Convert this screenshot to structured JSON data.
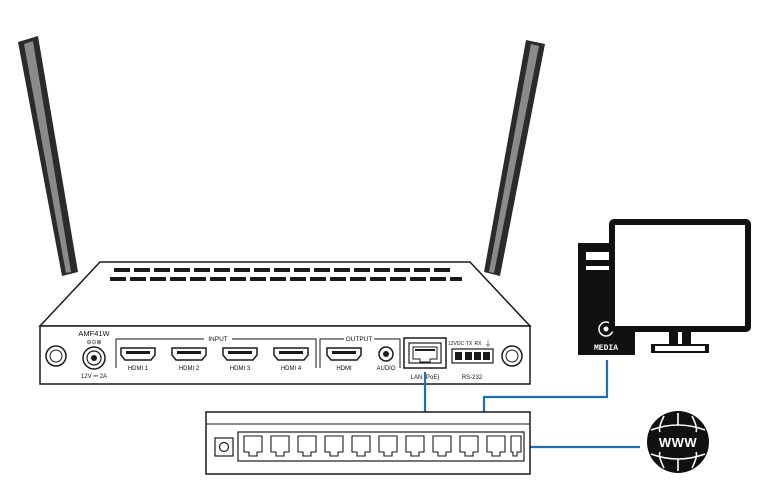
{
  "device": {
    "model": "AMF41W",
    "dc_symbol": "⊖⊙⊕",
    "power_rating": "12V ⎓ 2A",
    "input_group_label": "INPUT",
    "output_group_label": "OUTPUT",
    "inputs": [
      "HDMI 1",
      "HDMI 2",
      "HDMI 3",
      "HDMI 4"
    ],
    "output_port": "HDMI",
    "audio_port": "AUDIO",
    "lan_port": "LAN (PoE)",
    "rs232_pins": [
      "12VDC",
      "TX",
      "RX",
      "⏚"
    ],
    "rs232_label": "RS-232"
  },
  "media_pc": {
    "label": "MEDIA"
  },
  "internet": {
    "label": "WWW"
  },
  "colors": {
    "cable": "#1f6fb5",
    "outline": "#1a1a1a",
    "pc_body": "#111111"
  }
}
